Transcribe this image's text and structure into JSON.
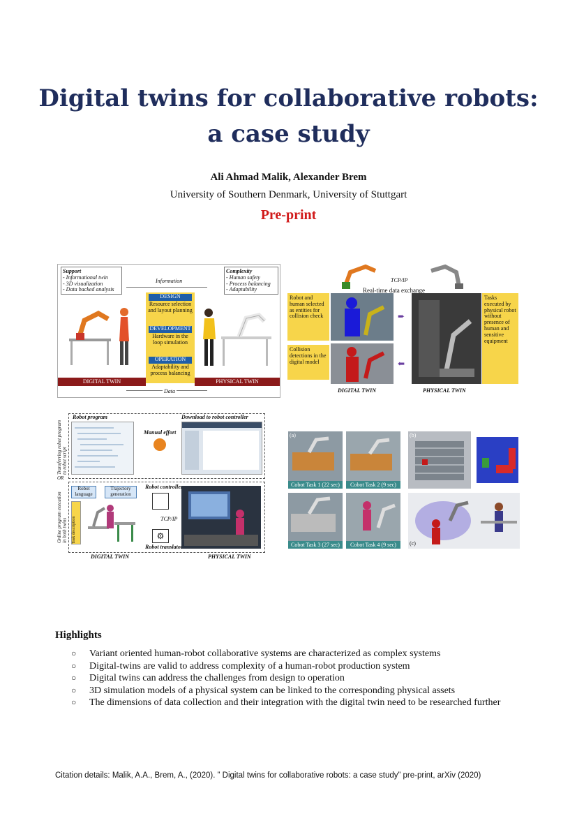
{
  "title_line1": "Digital twins for collaborative robots:",
  "title_line2": "a case study",
  "authors": "Ali Ahmad Malik, Alexander Brem",
  "affiliation": "University of Southern Denmark, University of Stuttgart",
  "preprint": "Pre-print",
  "figures": {
    "fig1": {
      "support_title": "Support",
      "support_items": [
        "- Informational twin",
        "- 3D visualization",
        "- Data backed analysis"
      ],
      "complexity_title": "Complexity",
      "complexity_items": [
        "- Human safety",
        "- Process balancing",
        "- Adaptability"
      ],
      "information": "Information",
      "data": "Data",
      "design": "DESIGN",
      "design_text": "Resource selection and layout planning",
      "development": "DEVELOPMENT",
      "development_text": "Hardware in the loop simulation",
      "operation": "OPERATION",
      "operation_text": "Adaptability and process balancing",
      "digital_twin": "DIGITAL TWIN",
      "physical_twin": "PHYSICAL TWIN"
    },
    "fig2": {
      "protocol": "TCP/IP",
      "exchange": "Real-time data exchange",
      "left_top": "Robot and human selected as entities for collision check",
      "left_bottom": "Collision detections in the digital model",
      "right": "Tasks executed by physical robot without presence of human and sensitive equipment",
      "digital_twin": "DIGITAL TWIN",
      "physical_twin": "PHYSICAL TWIN"
    },
    "fig3": {
      "robot_program": "Robot program",
      "download": "Download to robot controller",
      "manual_effort": "Manual effort",
      "side_top": "Transferring robot program to robot script",
      "side_mid": "OR",
      "side_bottom": "Online program execution in both twins",
      "robot_language": "Robot language",
      "trajectory": "Trajectory generation",
      "task_description": "Task description",
      "robot_controller": "Robot controller",
      "tcpip": "TCP/IP",
      "robot_translator": "Robot translator",
      "digital_twin": "DIGITAL TWIN",
      "physical_twin": "PHYSICAL TWIN"
    },
    "fig4": {
      "label_a": "(a)",
      "label_b": "(b)",
      "label_c": "(c)",
      "task1": "Cobot Task 1 (22 sec)",
      "task2": "Cobot Task 2 (9 sec)",
      "task3": "Cobot Task 3 (27 sec)",
      "task4": "Cobot Task 4 (9 sec)"
    }
  },
  "highlights_title": "Highlights",
  "highlights": [
    "Variant oriented human-robot collaborative systems are characterized as complex systems",
    "Digital-twins are valid to address complexity of a human-robot production system",
    "Digital twins can address the challenges from design to operation",
    "3D simulation models of a physical system can be linked to the corresponding physical assets",
    "The dimensions of data collection and their integration with the digital twin need to be researched further"
  ],
  "citation": "Citation details: Malik, A.A., Brem, A., (2020). ” Digital twins for collaborative robots: a case study” pre-print, arXiv (2020)",
  "colors": {
    "title": "#1f2d5c",
    "preprint": "#d11a1a",
    "yellow": "#f7d54a",
    "darkred": "#8b1a1a"
  }
}
